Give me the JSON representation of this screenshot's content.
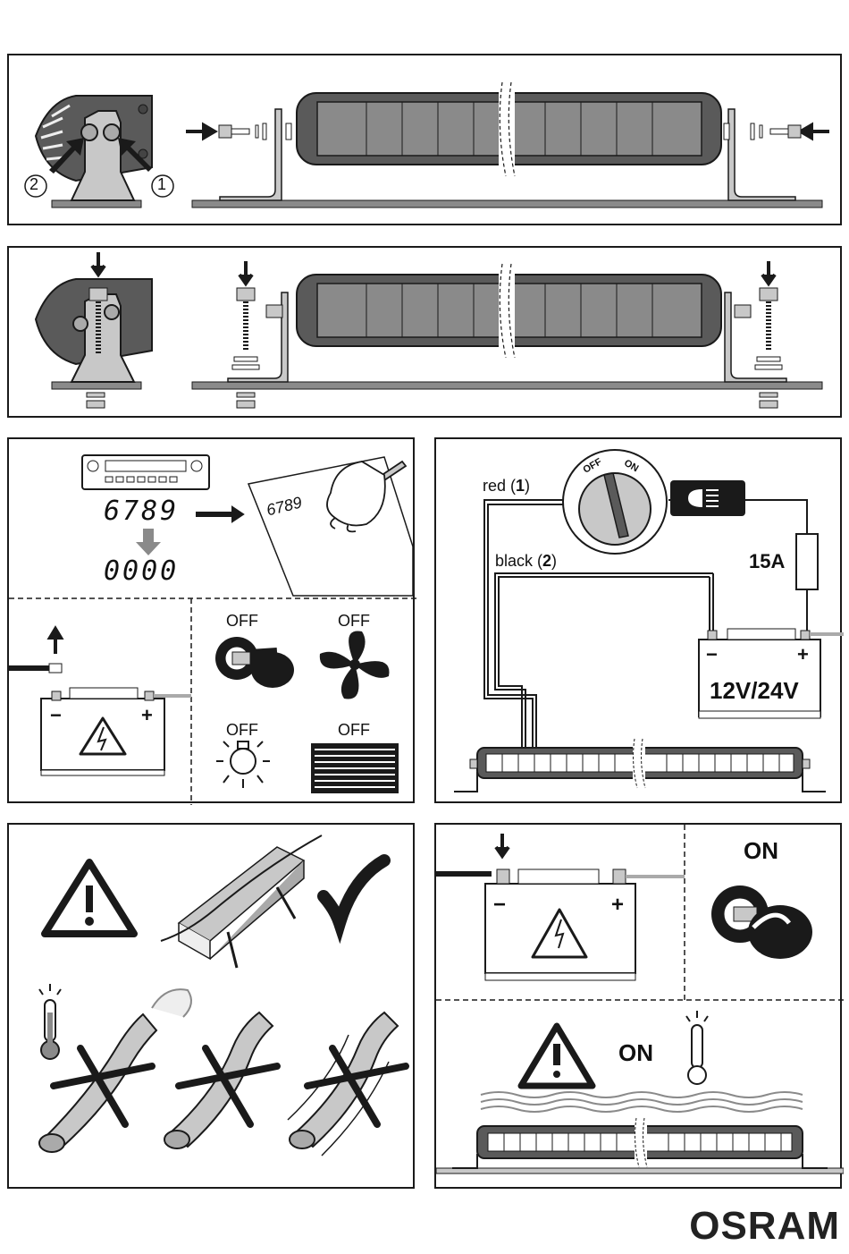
{
  "panel_install": {
    "callouts": [
      "2",
      "1"
    ]
  },
  "panel_memory": {
    "display_before": "6789",
    "display_after": "0000",
    "handwritten": "6789"
  },
  "panel_disconnect": {
    "states": [
      "OFF",
      "OFF",
      "OFF",
      "OFF"
    ],
    "battery_minus": "−",
    "battery_plus": "+"
  },
  "panel_wiring": {
    "switch_off": "OFF",
    "switch_on": "ON",
    "wire_red_prefix": "red (",
    "wire_red_num": "1",
    "wire_red_suffix": ")",
    "wire_black_prefix": "black (",
    "wire_black_num": "2",
    "wire_black_suffix": ")",
    "fuse": "15A",
    "battery_voltage": "12V/24V",
    "battery_minus": "−",
    "battery_plus": "+"
  },
  "panel_reconnect": {
    "key_state": "ON",
    "operation_state": "ON",
    "battery_minus": "−",
    "battery_plus": "+"
  },
  "brand": {
    "logo": "OSRAM"
  },
  "colors": {
    "dark_gray": "#5a5a5a",
    "mid_gray": "#8a8a8a",
    "light_gray": "#c8c8c8",
    "ink": "#1a1a1a"
  }
}
